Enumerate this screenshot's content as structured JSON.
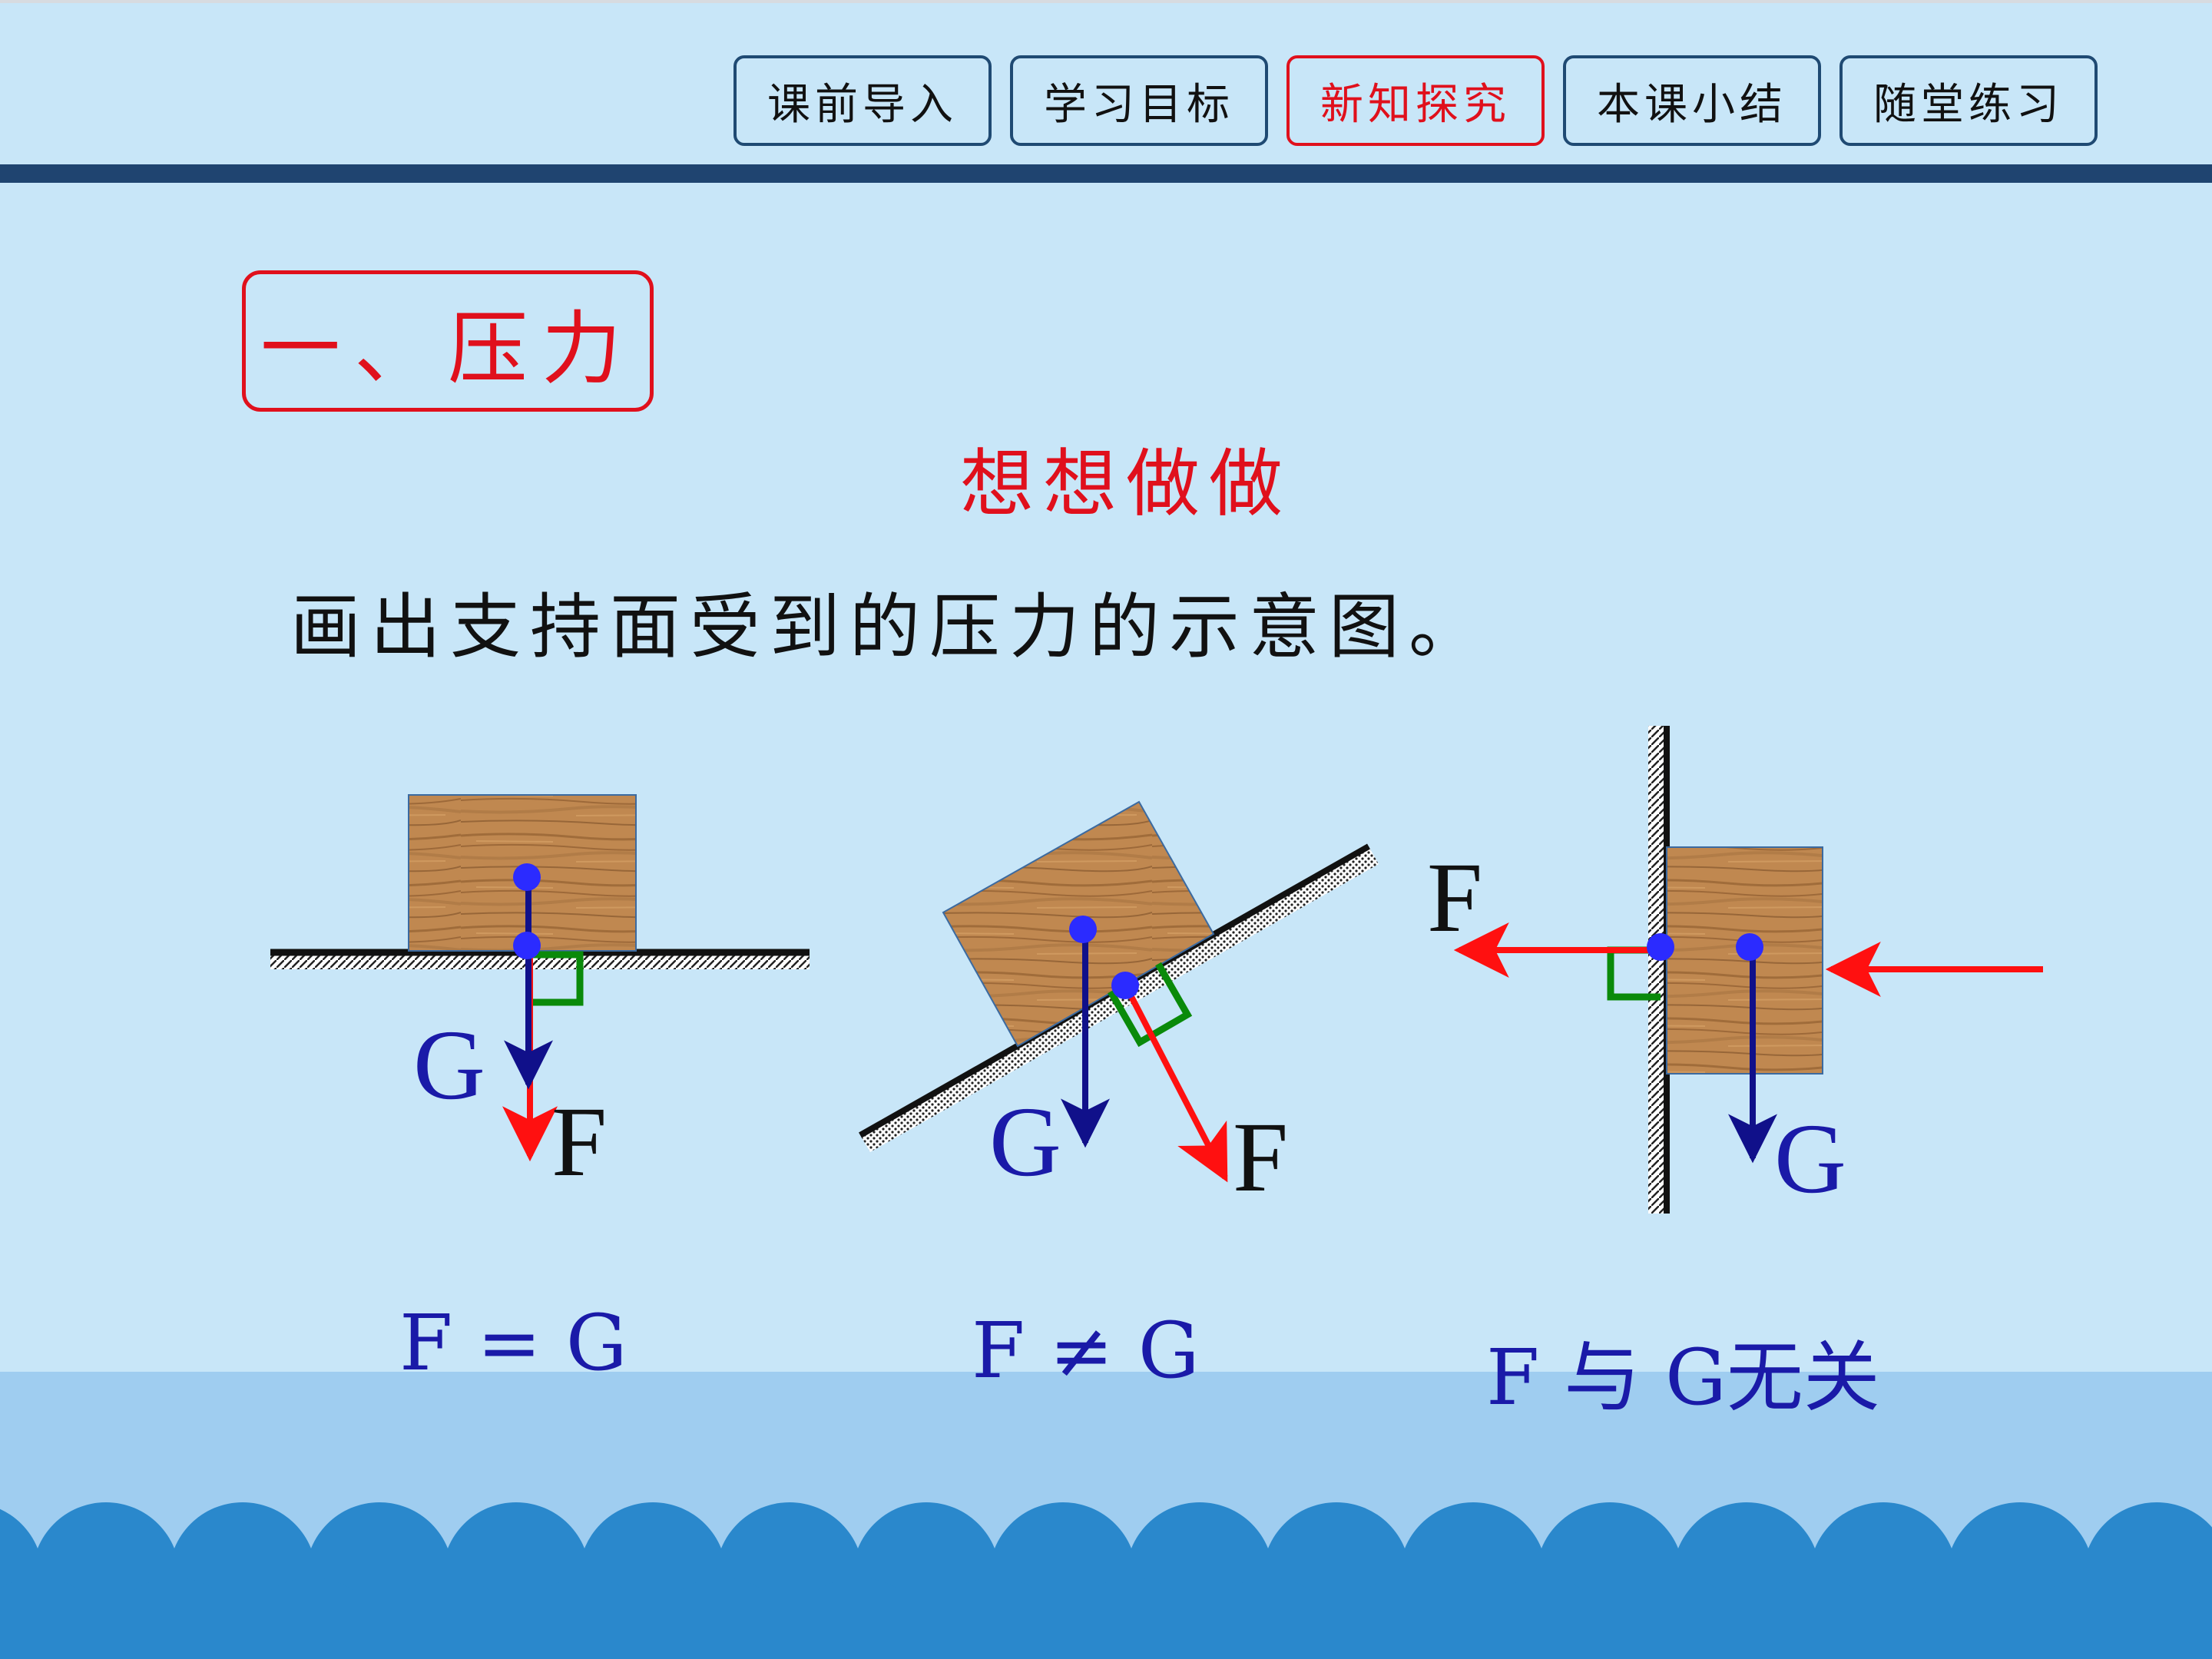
{
  "nav": {
    "items": [
      {
        "label": "课前导入",
        "active": false
      },
      {
        "label": "学习目标",
        "active": false
      },
      {
        "label": "新知探究",
        "active": true
      },
      {
        "label": "本课小结",
        "active": false
      },
      {
        "label": "随堂练习",
        "active": false
      }
    ]
  },
  "section": {
    "title": "一、压力"
  },
  "activity": {
    "title": "想想做做"
  },
  "instruction": "画出支持面受到的压力的示意图。",
  "diagrams": [
    {
      "force_label": "F",
      "weight_label": "G",
      "relation": "F = G"
    },
    {
      "force_label": "F",
      "weight_label": "G",
      "relation": "F ≠ G"
    },
    {
      "force_label": "F",
      "weight_label": "G",
      "relation": "F 与 G无关"
    }
  ],
  "colors": {
    "background": "#c8e6f8",
    "nav_border": "#1f4a73",
    "active": "#e0101c",
    "force_arrow": "#ff1010",
    "weight_arrow": "#10108a",
    "point": "#2b2bff",
    "right_angle": "#0a8a0a",
    "label_blue": "#1a1aa8",
    "wave_light": "#9fcdf0",
    "wave_dark": "#2a88cc"
  }
}
